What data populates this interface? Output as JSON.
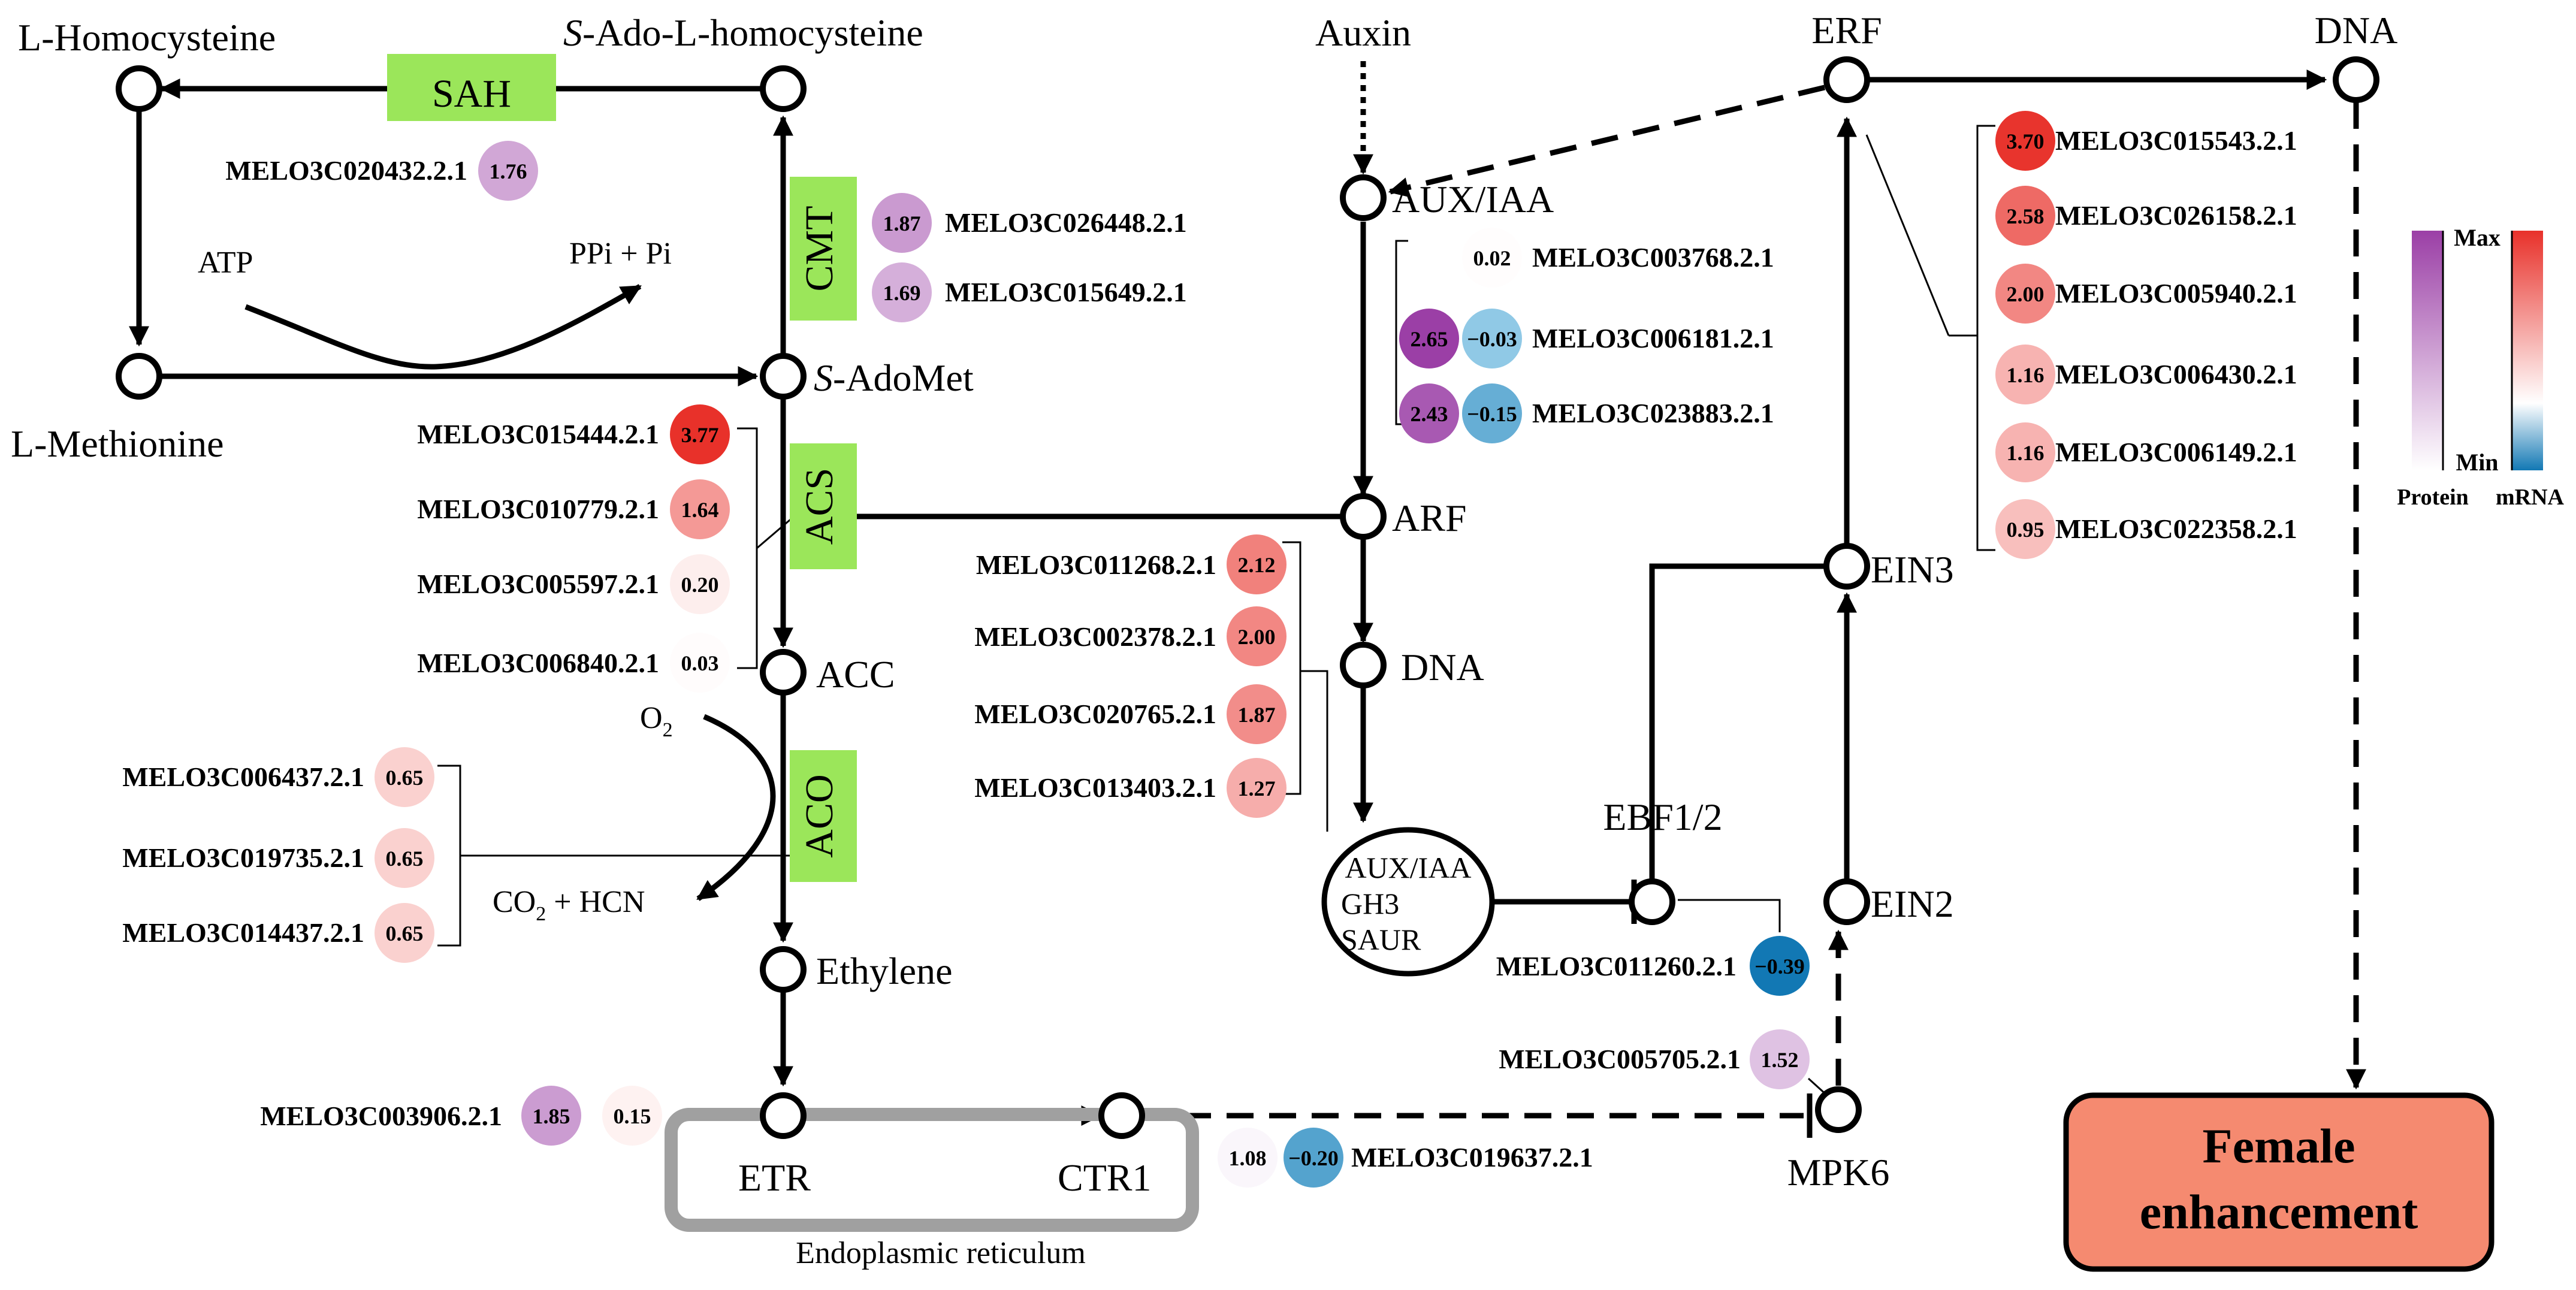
{
  "nodes": {
    "l_homocysteine": "L-Homocysteine",
    "s_ado_prefix": "S",
    "s_ado_rest": "-Ado-L-homocysteine",
    "l_methionine": "L-Methionine",
    "s_adomet_prefix": "S",
    "s_adomet_rest": "-AdoMet",
    "acc": "ACC",
    "ethylene": "Ethylene",
    "etr": "ETR",
    "ctr1": "CTR1",
    "er": "Endoplasmic reticulum",
    "auxin": "Auxin",
    "aux_iaa": "AUX/IAA",
    "arf": "ARF",
    "dna_mid": "DNA",
    "erf": "ERF",
    "dna_top": "DNA",
    "ein3": "EIN3",
    "ein2": "EIN2",
    "mpk6": "MPK6",
    "ebf": "EBF1/2",
    "complex_1": "AUX/IAA",
    "complex_2": "GH3",
    "complex_3": "SAUR"
  },
  "enzymes": {
    "sah": "SAH",
    "cmt": "CMT",
    "acs": "ACS",
    "aco": "ACO"
  },
  "chem": {
    "atp": "ATP",
    "ppi": "PPi + Pi",
    "o2": "O",
    "o2_sub": "2",
    "co2_a": "CO",
    "co2_sub": "2",
    "co2_b": " + HCN"
  },
  "genes": {
    "g020432": {
      "id": "MELO3C020432.2.1",
      "protein": "1.76"
    },
    "g026448": {
      "id": "MELO3C026448.2.1",
      "protein": "1.87"
    },
    "g015649": {
      "id": "MELO3C015649.2.1",
      "protein": "1.69"
    },
    "g015444": {
      "id": "MELO3C015444.2.1",
      "mrna": "3.77"
    },
    "g010779": {
      "id": "MELO3C010779.2.1",
      "mrna": "1.64"
    },
    "g005597": {
      "id": "MELO3C005597.2.1",
      "mrna": "0.20"
    },
    "g006840": {
      "id": "MELO3C006840.2.1",
      "mrna": "0.03"
    },
    "g006437": {
      "id": "MELO3C006437.2.1",
      "mrna": "0.65"
    },
    "g019735": {
      "id": "MELO3C019735.2.1",
      "mrna": "0.65"
    },
    "g014437": {
      "id": "MELO3C014437.2.1",
      "mrna": "0.65"
    },
    "g003906": {
      "id": "MELO3C003906.2.1",
      "protein": "1.85",
      "mrna": "0.15"
    },
    "g003768": {
      "id": "MELO3C003768.2.1",
      "mrna": "0.02"
    },
    "g006181": {
      "id": "MELO3C006181.2.1",
      "protein": "2.65",
      "mrna": "−0.03"
    },
    "g023883": {
      "id": "MELO3C023883.2.1",
      "protein": "2.43",
      "mrna": "−0.15"
    },
    "g011268": {
      "id": "MELO3C011268.2.1",
      "mrna": "2.12"
    },
    "g002378": {
      "id": "MELO3C002378.2.1",
      "mrna": "2.00"
    },
    "g020765": {
      "id": "MELO3C020765.2.1",
      "mrna": "1.87"
    },
    "g013403": {
      "id": "MELO3C013403.2.1",
      "mrna": "1.27"
    },
    "g011260": {
      "id": "MELO3C011260.2.1",
      "mrna": "−0.39"
    },
    "g005705": {
      "id": "MELO3C005705.2.1",
      "protein": "1.52"
    },
    "g019637": {
      "id": "MELO3C019637.2.1",
      "protein": "1.08",
      "mrna": "−0.20"
    },
    "g015543": {
      "id": "MELO3C015543.2.1",
      "mrna": "3.70"
    },
    "g026158": {
      "id": "MELO3C026158.2.1",
      "mrna": "2.58"
    },
    "g005940": {
      "id": "MELO3C005940.2.1",
      "mrna": "2.00"
    },
    "g006430": {
      "id": "MELO3C006430.2.1",
      "mrna": "1.16"
    },
    "g006149": {
      "id": "MELO3C006149.2.1",
      "mrna": "1.16"
    },
    "g022358": {
      "id": "MELO3C022358.2.1",
      "mrna": "0.95"
    }
  },
  "legend": {
    "max": "Max",
    "min": "Min",
    "protein": "Protein",
    "mrna": "mRNA"
  },
  "outcome": {
    "line1": "Female",
    "line2": "enhancement"
  },
  "colors": {
    "enzyme_box": "#9be65a",
    "outcome_box": "#f58a70",
    "er_border": "#a0a0a0",
    "mrna_max": "#e8312a",
    "mrna_min": "#1278b4",
    "protein_max": "#9b3fa6"
  }
}
